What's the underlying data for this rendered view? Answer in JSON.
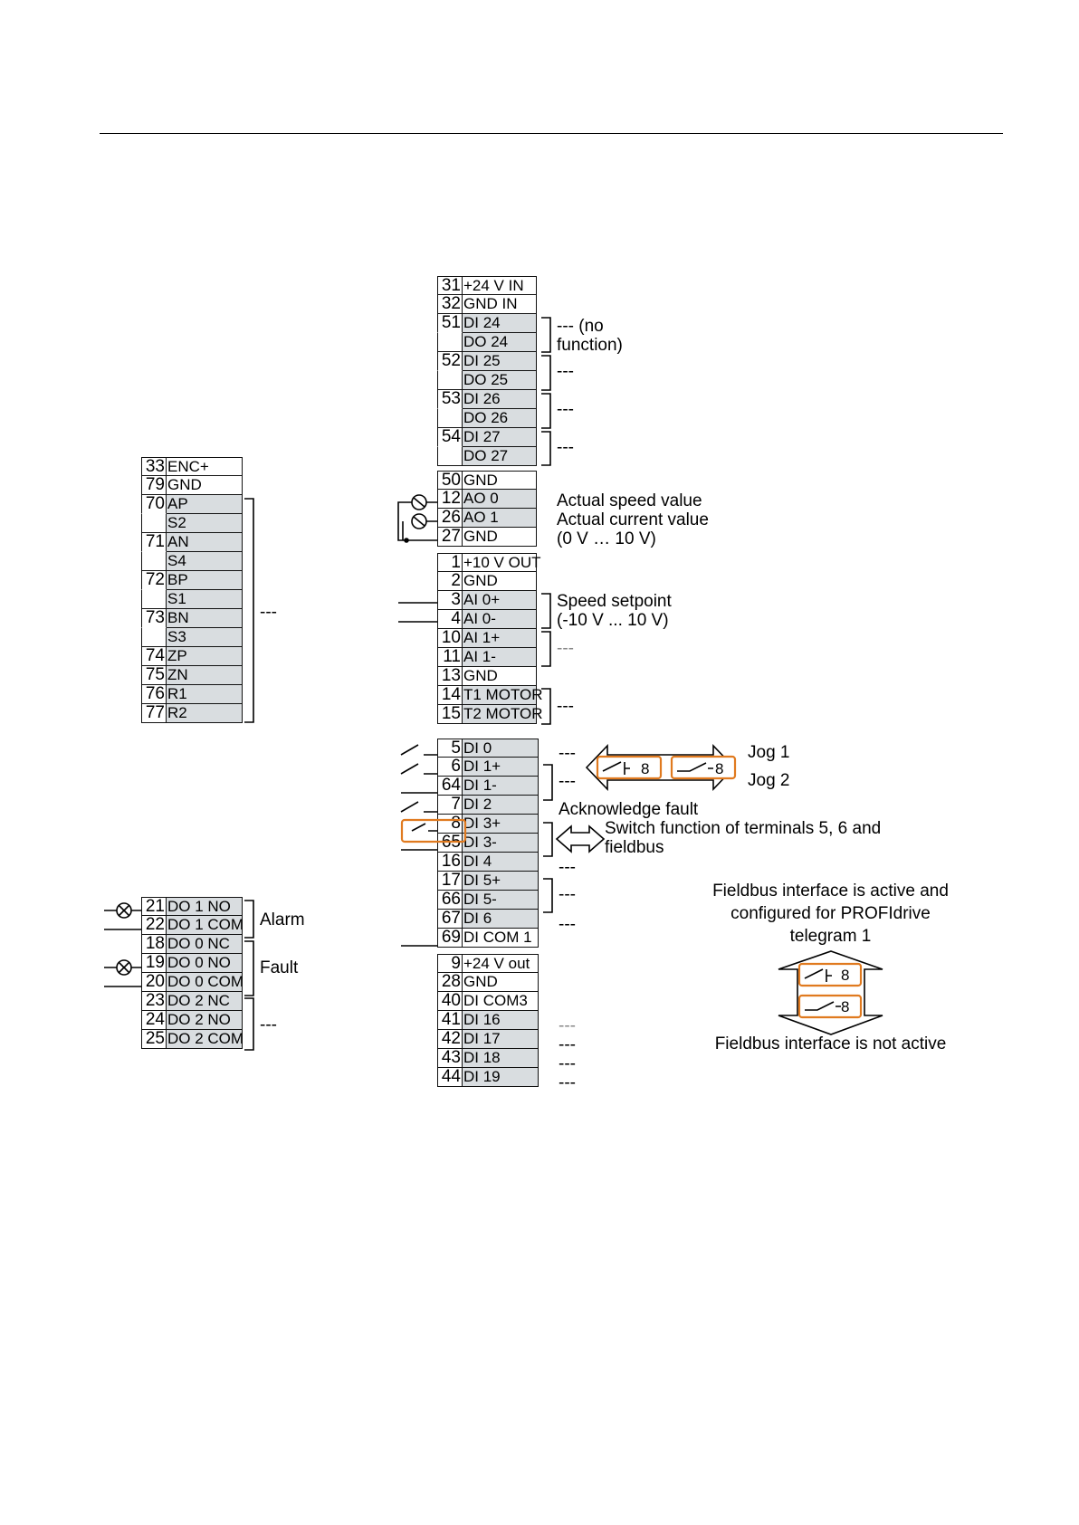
{
  "colors": {
    "cell_fill": "#d9dde0",
    "highlight": "#e07a1f",
    "line": "#000000"
  },
  "encoder_block": [
    {
      "num": "33",
      "label": "ENC+",
      "white": true
    },
    {
      "num": "79",
      "label": "GND",
      "white": true
    },
    {
      "num": "70",
      "label": "AP"
    },
    {
      "num": "",
      "label": "S2"
    },
    {
      "num": "71",
      "label": "AN"
    },
    {
      "num": "",
      "label": "S4"
    },
    {
      "num": "72",
      "label": "BP"
    },
    {
      "num": "",
      "label": "S1"
    },
    {
      "num": "73",
      "label": "BN"
    },
    {
      "num": "",
      "label": "S3"
    },
    {
      "num": "74",
      "label": "ZP"
    },
    {
      "num": "75",
      "label": "ZN"
    },
    {
      "num": "76",
      "label": "R1"
    },
    {
      "num": "77",
      "label": "R2"
    }
  ],
  "relay_block": [
    {
      "num": "21",
      "label": "DO 1 NO"
    },
    {
      "num": "22",
      "label": "DO 1 COM"
    },
    {
      "num": "18",
      "label": "DO 0 NC"
    },
    {
      "num": "19",
      "label": "DO 0 NO"
    },
    {
      "num": "20",
      "label": "DO 0 COM"
    },
    {
      "num": "23",
      "label": "DO 2 NC"
    },
    {
      "num": "24",
      "label": "DO 2 NO"
    },
    {
      "num": "25",
      "label": "DO 2 COM"
    }
  ],
  "io_block1": [
    {
      "num": "31",
      "label": "+24 V IN",
      "white": true
    },
    {
      "num": "32",
      "label": "GND IN",
      "white": true
    },
    {
      "num": "51",
      "label": "DI 24"
    },
    {
      "num": "",
      "label": "DO 24"
    },
    {
      "num": "52",
      "label": "DI 25"
    },
    {
      "num": "",
      "label": "DO 25"
    },
    {
      "num": "53",
      "label": "DI 26"
    },
    {
      "num": "",
      "label": "DO 26"
    },
    {
      "num": "54",
      "label": "DI 27"
    },
    {
      "num": "",
      "label": "DO 27"
    }
  ],
  "io_block2": [
    {
      "num": "50",
      "label": "GND",
      "white": true
    },
    {
      "num": "12",
      "label": "AO 0"
    },
    {
      "num": "26",
      "label": "AO 1"
    },
    {
      "num": "27",
      "label": "GND",
      "white": true
    }
  ],
  "io_block3": [
    {
      "num": "1",
      "label": "+10 V OUT",
      "white": true
    },
    {
      "num": "2",
      "label": "GND",
      "white": true
    },
    {
      "num": "3",
      "label": "AI 0+"
    },
    {
      "num": "4",
      "label": "AI 0-"
    },
    {
      "num": "10",
      "label": "AI 1+"
    },
    {
      "num": "11",
      "label": "AI 1-"
    },
    {
      "num": "13",
      "label": "GND",
      "white": true
    },
    {
      "num": "14",
      "label": "T1 MOTOR"
    },
    {
      "num": "15",
      "label": "T2 MOTOR"
    }
  ],
  "io_block4": [
    {
      "num": "5",
      "label": "DI 0"
    },
    {
      "num": "6",
      "label": "DI 1+"
    },
    {
      "num": "64",
      "label": "DI 1-"
    },
    {
      "num": "7",
      "label": "DI 2"
    },
    {
      "num": "8",
      "label": "DI 3+"
    },
    {
      "num": "65",
      "label": "DI 3-"
    },
    {
      "num": "16",
      "label": "DI 4"
    },
    {
      "num": "17",
      "label": "DI 5+"
    },
    {
      "num": "66",
      "label": "DI 5-"
    },
    {
      "num": "67",
      "label": "DI 6"
    },
    {
      "num": "69",
      "label": "DI COM 1",
      "white": true
    }
  ],
  "io_block5": [
    {
      "num": "9",
      "label": "+24 V out",
      "white": true
    },
    {
      "num": "28",
      "label": "GND",
      "white": true
    },
    {
      "num": "40",
      "label": "DI COM3",
      "white": true
    },
    {
      "num": "41",
      "label": "DI 16"
    },
    {
      "num": "42",
      "label": "DI 17"
    },
    {
      "num": "43",
      "label": "DI 18"
    },
    {
      "num": "44",
      "label": "DI 19"
    }
  ],
  "annotations": {
    "no_function": "--- (no\nfunction)",
    "dash": "---",
    "alarm": "Alarm",
    "fault": "Fault",
    "actual_speed": "Actual speed value",
    "actual_current": "Actual current value",
    "ao_range": "(0 V … 10 V)",
    "speed_setpoint": "Speed setpoint",
    "ai_range": "(-10 V ... 10 V)",
    "jog1": "Jog 1",
    "jog2": "Jog 2",
    "acknowledge_fault": "Acknowledge fault",
    "switch_function": "Switch function of terminals 5, 6 and\nfieldbus",
    "fieldbus_active": "Fieldbus interface is active and\nconfigured for PROFIdrive\ntelegram 1",
    "fieldbus_inactive": "Fieldbus interface is not active",
    "terminal_8": "8"
  }
}
